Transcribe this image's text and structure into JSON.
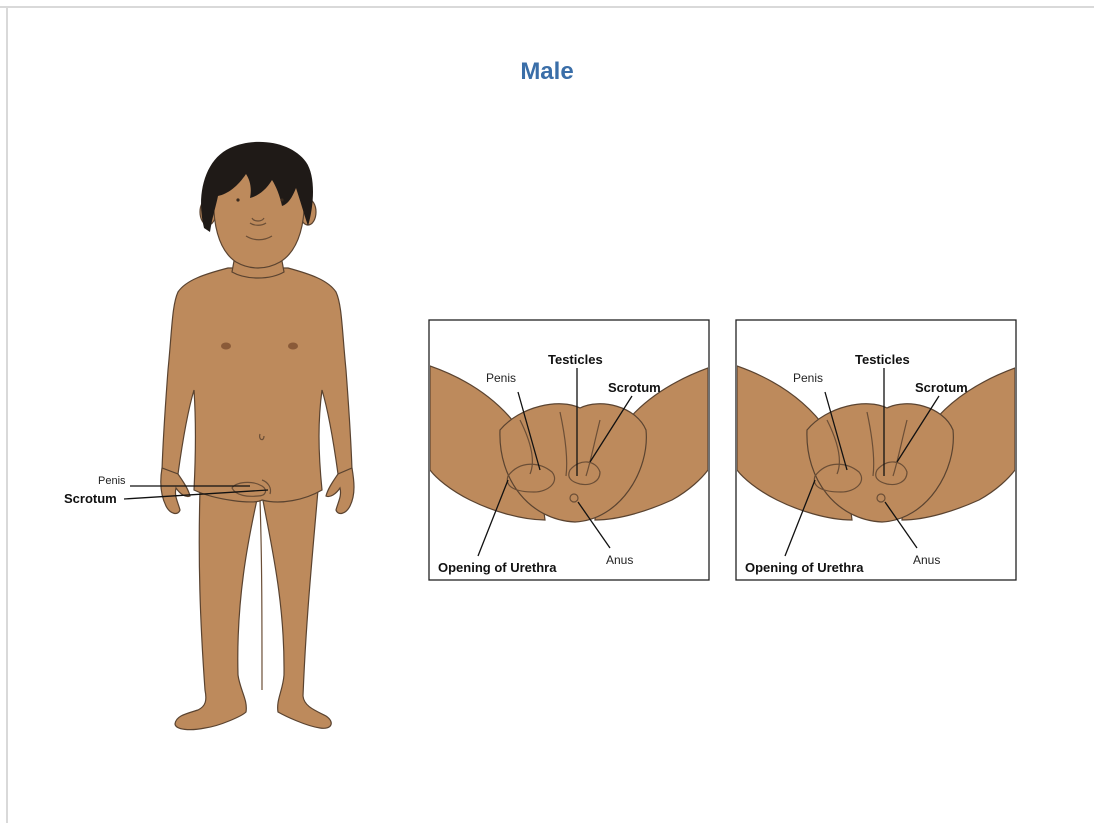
{
  "title": "Male",
  "figure": {
    "labels": {
      "penis": "Penis",
      "scrotum": "Scrotum"
    }
  },
  "insets": [
    {
      "labels": {
        "testicles": "Testicles",
        "penis": "Penis",
        "scrotum": "Scrotum",
        "opening_of_urethra": "Opening of Urethra",
        "anus": "Anus"
      }
    },
    {
      "labels": {
        "testicles": "Testicles",
        "penis": "Penis",
        "scrotum": "Scrotum",
        "opening_of_urethra": "Opening of Urethra",
        "anus": "Anus"
      }
    }
  ],
  "colors": {
    "title": "#3a6ea8",
    "skin": "#bd8a5c",
    "hair": "#1f1a17",
    "outline": "#5a4330"
  }
}
